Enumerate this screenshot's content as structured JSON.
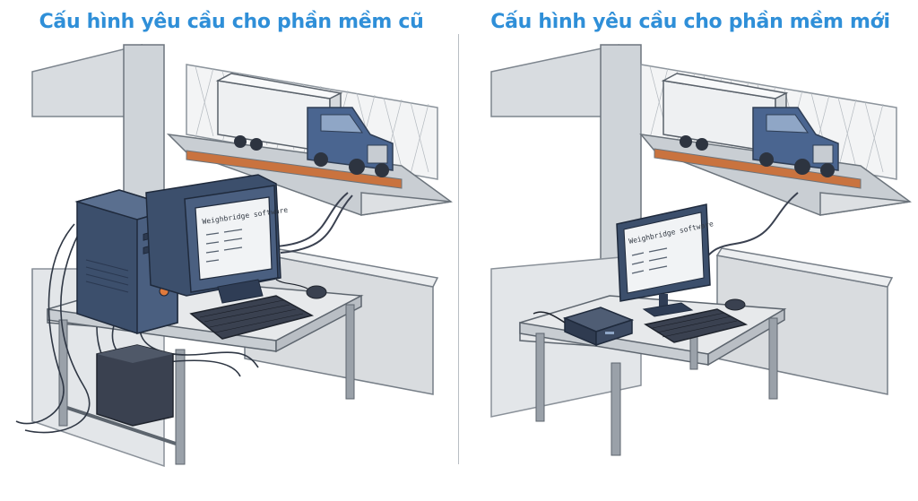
{
  "left_panel": {
    "title": "Cấu hình yêu cầu cho phần mềm cũ",
    "screen_text": "Weighbridge software"
  },
  "right_panel": {
    "title": "Cấu hình yêu cầu cho phần mềm mới",
    "screen_text": "Weighbridge software"
  },
  "colors": {
    "title": "#2f8fd8",
    "hardware_blue": "#3c4f6c",
    "truck_blue": "#4a6590",
    "wall_gray": "#d4d8dc",
    "table_gray": "#e4e6e8"
  },
  "icons": [
    "truck-icon",
    "weighbridge-icon",
    "pc-tower-icon",
    "crt-monitor-icon",
    "flat-monitor-icon",
    "mini-pc-icon",
    "keyboard-icon",
    "mouse-icon",
    "desk-icon",
    "fence-icon"
  ]
}
